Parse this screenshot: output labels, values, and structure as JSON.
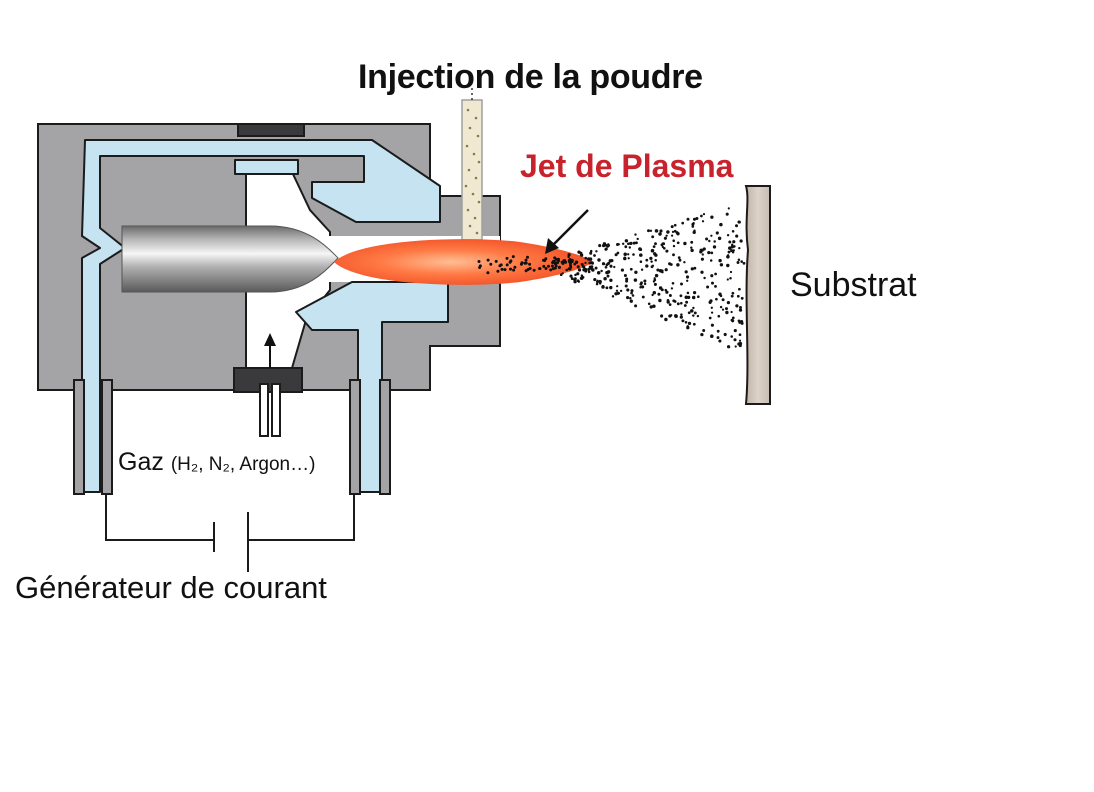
{
  "labels": {
    "injection": "Injection de la poudre",
    "jet": "Jet de Plasma",
    "substrat": "Substrat",
    "gaz_main": "Gaz",
    "gaz_detail": "(H₂, N₂, Argon…)",
    "generateur": "Générateur de courant"
  },
  "colors": {
    "body": "#a4a4a6",
    "cooling_water": "#c5e3f1",
    "outline": "#1b1b1b",
    "dark_block": "#3a3a3c",
    "plasma_outer": "#f04a22",
    "plasma_inner": "#ffbe94",
    "jet_label": "#c8232c",
    "substrate": "#d6cbc0",
    "powder": "#f0e8d0"
  }
}
